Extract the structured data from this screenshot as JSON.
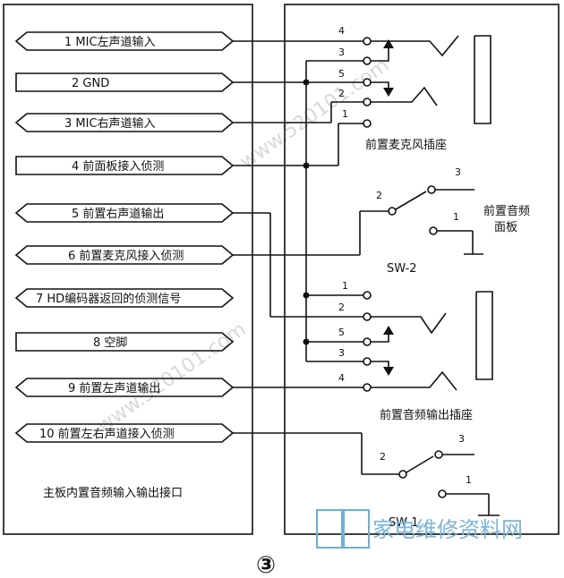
{
  "signals": [
    {
      "label": "1 MIC左声道输入"
    },
    {
      "label": "2 GND"
    },
    {
      "label": "3 MIC右声道输入"
    },
    {
      "label": "4 前面板接入侦测"
    },
    {
      "label": "5 前置右声道输出"
    },
    {
      "label": "6 前置麦克风接入侦测"
    },
    {
      "label": "7 HD编码器返回的侦测信号"
    },
    {
      "label": "8 空脚"
    },
    {
      "label": "9 前置左声道输出"
    },
    {
      "label": "10 前置左右声道接入侦测"
    }
  ],
  "board_label": "主板内置音频输入输出接口",
  "mic_jack": {
    "pins": [
      "4",
      "3",
      "5",
      "2",
      "1"
    ],
    "label": "前置麦克风插座"
  },
  "sw2": {
    "pin2": "2",
    "pin3": "3",
    "pin1": "1",
    "name": "SW-2"
  },
  "panel_label_line1": "前置音频",
  "panel_label_line2": "面板",
  "out_jack": {
    "pins": [
      "1",
      "2",
      "5",
      "3",
      "4"
    ],
    "label": "前置音频输出插座"
  },
  "sw1": {
    "pin3": "3",
    "pin2": "2",
    "pin1": "1",
    "name": "SW-1"
  },
  "figure_number": "③",
  "watermark": {
    "logo": "家电维修资料网",
    "url": "www.520101.com"
  }
}
